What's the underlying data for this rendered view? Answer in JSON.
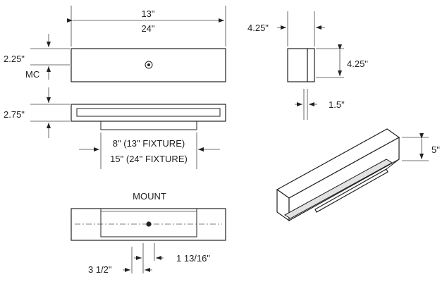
{
  "dims": {
    "top_width_13": "13\"",
    "top_width_24": "24\"",
    "height_225": "2.25\"",
    "mc": "MC",
    "height_275": "2.75\"",
    "center_8": "8\" (13\" FIXTURE)",
    "center_15": "15\" (24\" FIXTURE)",
    "mount": "MOUNT",
    "mount_1_13_16": "1 13/16\"",
    "mount_3_1_2": "3 1/2\"",
    "side_width": "4.25\"",
    "side_height": "4.25\"",
    "side_depth": "1.5\"",
    "iso_height": "5\""
  }
}
